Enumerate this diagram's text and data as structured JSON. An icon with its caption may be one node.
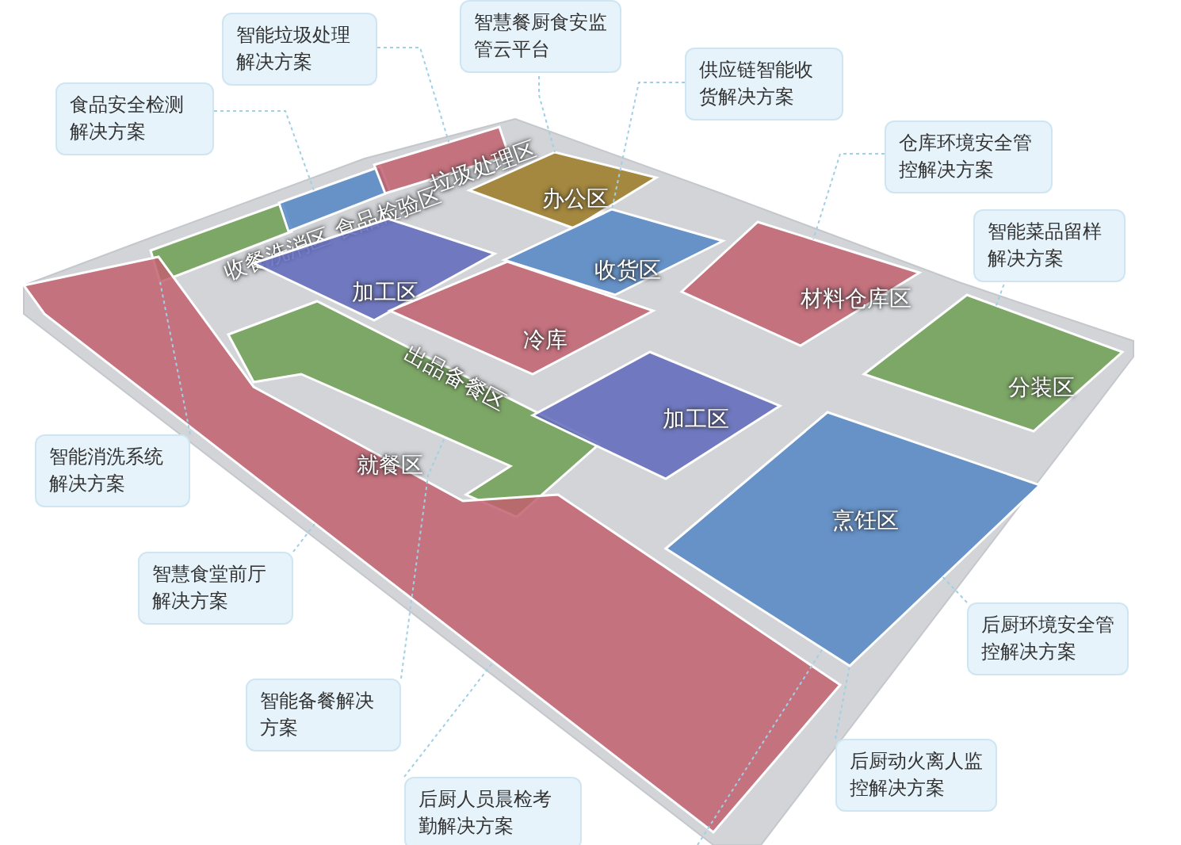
{
  "diagram": {
    "nodes": [
      {
        "text": [
          "收餐洗消区"
        ]
      },
      {
        "text": [
          "食品检验区"
        ]
      },
      {
        "text": [
          "垃圾处理区"
        ]
      },
      {
        "text": [
          "办公区"
        ]
      },
      {
        "text": [
          "收货区"
        ]
      },
      {
        "text": [
          "加工区"
        ]
      },
      {
        "text": [
          "材料仓库区"
        ]
      },
      {
        "text": [
          "冷库"
        ]
      },
      {
        "text": [
          "出品备餐区"
        ]
      },
      {
        "text": [
          "就餐区"
        ]
      },
      {
        "text": [
          "加工区"
        ]
      },
      {
        "text": [
          "分装区"
        ]
      },
      {
        "text": [
          "烹饪区"
        ]
      },
      {
        "text": [
          "智能垃圾处理解决方案"
        ]
      },
      {
        "text": [
          "智慧餐厨食安监管云平台"
        ]
      },
      {
        "text": [
          "食品安全检测解决方案"
        ]
      },
      {
        "text": [
          "供应链智能收货解决方案"
        ]
      },
      {
        "text": [
          "仓库环境安全管控解决方案"
        ]
      },
      {
        "text": [
          "智能菜品留样解决方案"
        ]
      },
      {
        "text": [
          "智能消洗系统解决方案"
        ]
      },
      {
        "text": [
          "智慧食堂前厅解决方案"
        ]
      },
      {
        "text": [
          "智能备餐解决方案"
        ]
      },
      {
        "text": [
          "后厨人员晨检考勤解决方案"
        ]
      },
      {
        "text": [
          "后厨环境安全管控解决方案"
        ]
      },
      {
        "text": [
          "后厨动火离人监控解决方案"
        ]
      }
    ],
    "edges": [
      {
        "from": 13,
        "to": 2,
        "arrow": "none",
        "style": "dashed"
      },
      {
        "from": 14,
        "to": 3,
        "arrow": "none",
        "style": "dashed"
      },
      {
        "from": 15,
        "to": 1,
        "arrow": "none",
        "style": "dashed"
      },
      {
        "from": 16,
        "to": 4,
        "arrow": "none",
        "style": "dashed"
      },
      {
        "from": 17,
        "to": 6,
        "arrow": "none",
        "style": "dashed"
      },
      {
        "from": 18,
        "to": 11,
        "arrow": "none",
        "style": "dashed"
      },
      {
        "from": 19,
        "to": 0,
        "arrow": "none",
        "style": "dashed"
      },
      {
        "from": 20,
        "to": 9,
        "arrow": "none",
        "style": "dashed"
      },
      {
        "from": 21,
        "to": 8,
        "arrow": "none",
        "style": "dashed"
      },
      {
        "from": 22,
        "to": 9,
        "arrow": "none",
        "style": "dashed"
      },
      {
        "from": 23,
        "to": 12,
        "arrow": "none",
        "style": "dashed"
      },
      {
        "from": 24,
        "to": 12,
        "arrow": "none",
        "style": "dashed"
      },
      {
        "from": null,
        "to": 12,
        "arrow": "none",
        "style": "dashed"
      }
    ]
  }
}
